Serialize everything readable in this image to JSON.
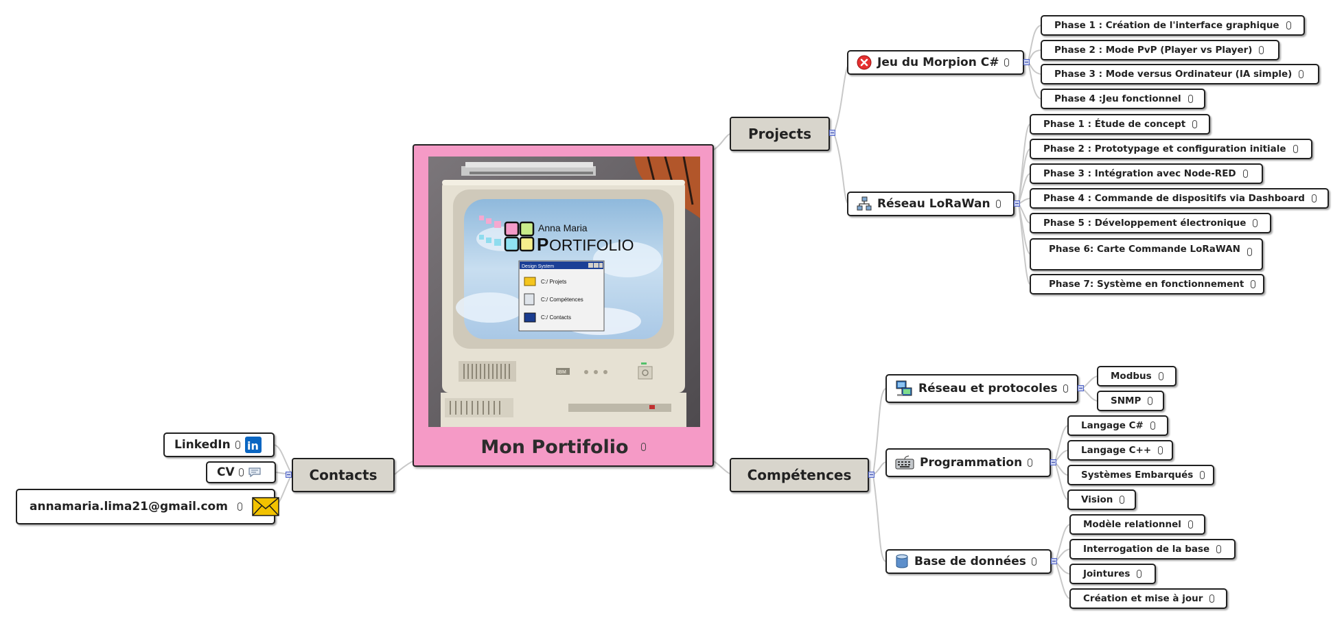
{
  "central": {
    "title": "Mon Portifolio"
  },
  "screen": {
    "brand_name": "Anna Maria",
    "brand_initial": "P",
    "brand_word": "ORTIFOLIO",
    "window_title": "Design System",
    "items": [
      "C:/ Projets",
      "C:/ Compétences",
      "C:/ Contacts"
    ],
    "case_label": "IBM"
  },
  "branches": {
    "projects": {
      "label": "Projects",
      "morpion": {
        "label": "Jeu du Morpion C#",
        "phases": [
          "Phase 1 : Création de l'interface graphique",
          "Phase 2 : Mode PvP (Player vs Player)",
          "Phase 3 : Mode versus Ordinateur (IA simple)",
          "Phase 4 :Jeu fonctionnel"
        ]
      },
      "lorawan": {
        "label": "Réseau LoRaWan",
        "phases": [
          "Phase 1 : Étude de concept",
          "Phase 2 : Prototypage et configuration initiale",
          "Phase 3 : Intégration avec Node-RED",
          "Phase 4 : Commande de dispositifs via Dashboard",
          "Phase 5 : Développement électronique",
          "Phase 6: Carte Commande LoRaWAN",
          "Phase 7: Système en fonctionnement"
        ]
      }
    },
    "competences": {
      "label": "Compétences",
      "reseau": {
        "label": "Réseau et protocoles",
        "items": [
          "Modbus",
          "SNMP"
        ]
      },
      "programmation": {
        "label": "Programmation",
        "items": [
          "Langage C#",
          "Langage C++",
          "Systèmes Embarqués",
          "Vision"
        ]
      },
      "bdd": {
        "label": "Base de données",
        "items": [
          "Modèle relationnel",
          "Interrogation de la base",
          "Jointures",
          "Création et mise à jour"
        ]
      }
    },
    "contacts": {
      "label": "Contacts",
      "linkedin": "LinkedIn",
      "linkedin_badge": "in",
      "cv": "CV",
      "email": "annamaria.lima21@gmail.com"
    }
  },
  "colors": {
    "central_fill": "#f59ac6",
    "branch_fill": "#d8d5cc",
    "connector": "#c8c8c8",
    "linkedin": "#0a66c2",
    "mail": "#f2c200"
  }
}
